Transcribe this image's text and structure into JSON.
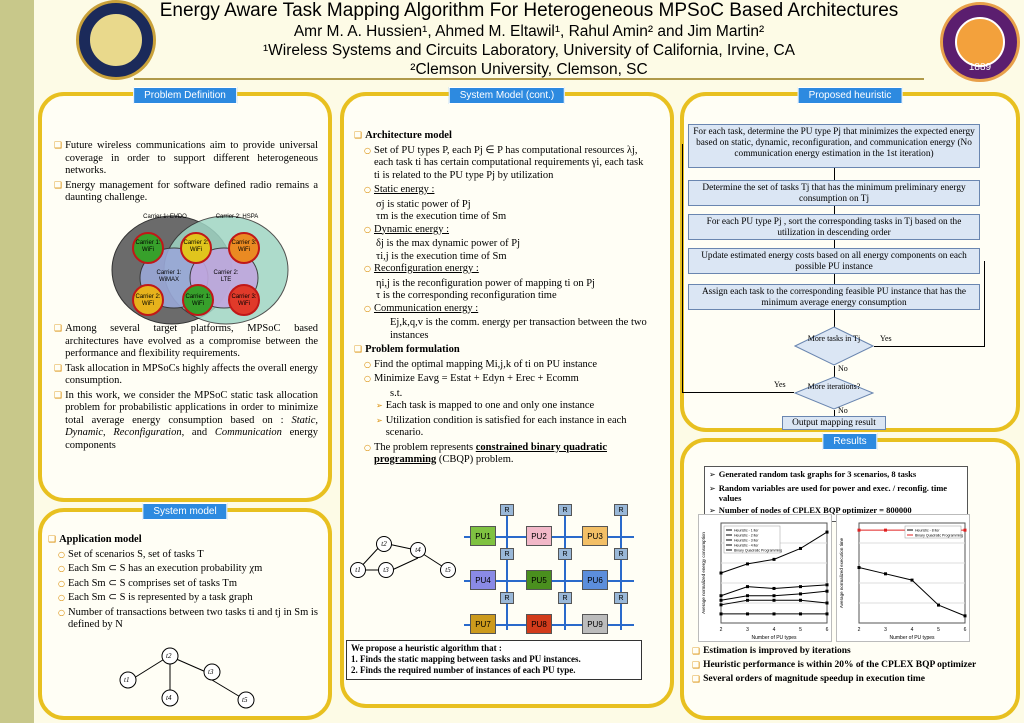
{
  "header": {
    "title": "Energy Aware Task Mapping Algorithm For Heterogeneous MPSoC Based Architectures",
    "authors": "Amr M. A. Hussien¹, Ahmed M. Eltawil¹, Rahul Amin² and Jim Martin²",
    "affil1": "¹Wireless Systems and Circuits Laboratory, University of California, Irvine, CA",
    "affil2": "²Clemson University, Clemson, SC",
    "right_seal_year": "1889"
  },
  "problem_definition": {
    "title": "Problem Definition",
    "bullets_top": [
      "Future wireless communications aim to provide universal coverage in order to support different heterogeneous networks.",
      "Energy management for software defined radio remains a daunting challenge."
    ],
    "venn": {
      "c1": "Carrier 1: EVDO",
      "c2": "Carrier 2: HSPA",
      "w1": "Carrier 1: WiFi",
      "w2": "Carrier 2: WiFi",
      "w3": "Carrier 3: WiFi",
      "wimax": "Carrier 1: WiMAX",
      "lte": "Carrier 2: LTE",
      "w4": "Carrier 2: WiFi",
      "w5": "Carrier 1: WiFi",
      "w6": "Carrier 3: WiFi"
    },
    "bullets_bottom": [
      "Among several target platforms, MPSoC based architectures have evolved as a compromise between the performance and flexibility requirements.",
      "Task allocation in MPSoCs highly affects the overall energy consumption."
    ],
    "last_bullet_a": "In this work, we consider the MPSoC static task allocation problem for probabilistic applications in order to minimize total average energy consumption based on :",
    "last_bullet_static": "Static",
    "last_bullet_dynamic": "Dynamic",
    "last_bullet_reconfig": "Reconfiguration",
    "last_bullet_and": "and",
    "last_bullet_comm": "Communication",
    "last_bullet_tail": "energy components"
  },
  "system_model": {
    "title": "System model",
    "heading": "Application model",
    "items": [
      "Set of scenarios S, set of tasks T",
      "Each Sm ⊂ S has an execution probability χm",
      "Each Sm ⊂ S comprises set of tasks Tm",
      "Each Sm ⊂ S is represented by a task graph",
      "Number of transactions between two tasks ti and tj in Sm is defined by N"
    ],
    "nodes": [
      "t1",
      "t2",
      "t3",
      "t4",
      "t5"
    ]
  },
  "system_model_cont": {
    "title": "System Model (cont.)",
    "arch_heading": "Architecture model",
    "arch_item1": "Set of PU types P, each Pj ∈ P has computational resources λj, each task ti has certain computational requirements γi, each task ti is related to the PU type Pj by utilization",
    "static_label": "Static energy :",
    "static_lines": [
      "σj is static power of Pj",
      "τm is the execution time of Sm"
    ],
    "dynamic_label": "Dynamic energy :",
    "dynamic_lines": [
      "δj is the max dynamic power of Pj",
      "τi,j is the execution time of Sm"
    ],
    "reconfig_label": "Reconfiguration energy :",
    "reconfig_lines": [
      "ηi,j is the reconfiguration power of mapping ti on Pj",
      "τ is the corresponding reconfiguration time"
    ],
    "comm_label": "Communication energy :",
    "comm_lines": [
      "Ej,k,q,v is the comm. energy per transaction between the two instances"
    ],
    "prob_heading": "Problem formulation",
    "prob_item1": "Find the optimal mapping Mi,j,k of ti on PU instance",
    "prob_item2": "Minimize Eavg = Estat + Edyn + Erec + Ecomm",
    "st": "s.t.",
    "constraints": [
      "Each task is mapped to one and only one instance",
      "Utilization condition is satisfied for each instance in each scenario."
    ],
    "prob_item3a": "The problem represents",
    "prob_item3b": "constrained binary quadratic programming",
    "prob_item3c": "(CBQP) problem.",
    "mesh_router": "R",
    "mesh_pus": [
      "PU1",
      "PU2",
      "PU3",
      "PU4",
      "PU5",
      "PU6",
      "PU7",
      "PU8",
      "PU9"
    ],
    "mesh_colors": [
      "#7fc241",
      "#f2b8c8",
      "#f3bf66",
      "#8a8ae6",
      "#4a8f1e",
      "#5c8edc",
      "#cc9a1c",
      "#d23b1b",
      "#bcbcbc"
    ],
    "graph_nodes": [
      "t1",
      "t2",
      "t3",
      "t4",
      "t5"
    ],
    "propose_intro": "We propose a heuristic algorithm that :",
    "propose_1": "1.  Finds the static mapping between tasks and PU instances.",
    "propose_2": "2.  Finds the required number of instances of each PU type."
  },
  "heuristic": {
    "title": "Proposed heuristic",
    "steps": [
      "For each task, determine the PU type Pj that minimizes the expected energy based on static, dynamic, reconfiguration, and communication energy (No communication energy estimation in the 1st iteration)",
      "Determine the set of tasks Tj that has the minimum preliminary energy consumption on Tj",
      "For each PU type Pj , sort the corresponding tasks in Tj based on the utilization in descending order",
      "Update estimated energy costs based on all energy components on each possible PU instance",
      "Assign each task to the corresponding feasible PU instance that has the minimum average energy consumption"
    ],
    "decision1": "More tasks in Tj",
    "decision2": "More iterations?",
    "yes": "Yes",
    "no": "No",
    "output": "Output mapping result"
  },
  "results": {
    "title": "Results",
    "box_items": [
      "Generated random task graphs for 3 scenarios, 8 tasks",
      "Random variables are used for power and exec. / reconfig. time values",
      "Number of nodes of CPLEX BQP optimizer = 800000"
    ],
    "bullets": [
      "Estimation is improved by iterations",
      "Heuristic performance is within 20% of the CPLEX BQP optimizer",
      "Several orders of magnitude speedup in execution time"
    ]
  },
  "chart_data": [
    {
      "type": "line",
      "xlabel": "Number of PU types",
      "ylabel": "Average normalized energy consumption",
      "x": [
        2,
        3,
        4,
        5,
        6
      ],
      "series": [
        {
          "name": "Heuristic - 1 iter",
          "values": [
            1.45,
            1.55,
            1.6,
            1.72,
            1.9
          ]
        },
        {
          "name": "Heuristic - 2 iter",
          "values": [
            1.2,
            1.3,
            1.28,
            1.3,
            1.32
          ]
        },
        {
          "name": "Heuristic - 3 iter",
          "values": [
            1.15,
            1.2,
            1.2,
            1.22,
            1.25
          ]
        },
        {
          "name": "Heuristic - 4 iter",
          "values": [
            1.1,
            1.15,
            1.15,
            1.15,
            1.12
          ]
        },
        {
          "name": "Binary Quadratic Programming",
          "values": [
            1.0,
            1.0,
            1.0,
            1.0,
            1.0
          ]
        }
      ],
      "color": [
        "#000000",
        "#000000",
        "#000000",
        "#000000",
        "#000000"
      ]
    },
    {
      "type": "line",
      "xlabel": "Number of PU types",
      "ylabel": "Average normalized execution time",
      "x": [
        2,
        3,
        4,
        5,
        6
      ],
      "log_scale": true,
      "series": [
        {
          "name": "Heuristic - 8 iter",
          "values": [
            0.09,
            0.06,
            0.04,
            0.008,
            0.004
          ]
        },
        {
          "name": "Binary Quadratic Programming",
          "values": [
            1,
            1,
            1,
            1,
            1
          ]
        }
      ],
      "color": [
        "#000000",
        "#e02020"
      ]
    }
  ]
}
